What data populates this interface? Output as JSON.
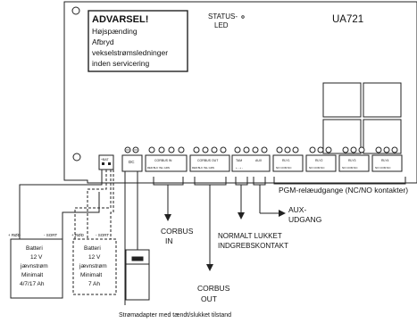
{
  "warning": {
    "title": "ADVARSEL!",
    "lines": [
      "Højspænding",
      "Afbryd",
      "vekselstrømsledninger",
      "inden servicering"
    ]
  },
  "status_led": [
    "STATUS-",
    "LED"
  ],
  "model": "UA721",
  "terminals": {
    "small_block": "+BAT",
    "dc": "DC",
    "corbus_in": "CORBUS IN",
    "corbus_in_pins": "RED BLK YEL GRN",
    "corbus_out": "CORBUS OUT",
    "corbus_out_pins": "RED BLK YEL GRN",
    "tam": "TAM",
    "aux": "AUX",
    "tam_aux_pins": "+ - + -",
    "relays": [
      "RLY1",
      "RLY2",
      "RLY3",
      "RLY4"
    ],
    "relay_pins": "NO COM NC"
  },
  "labels": {
    "pgm": "PGM-relæudgange (NC/NO kontakter)",
    "corbus_in": [
      "CORBUS",
      "IN"
    ],
    "corbus_out": [
      "CORBUS",
      "OUT"
    ],
    "normally_closed": [
      "NORMALT LUKKET",
      "INDGREBSKONTAKT"
    ],
    "aux_output": [
      "AUX-",
      "UDGANG"
    ],
    "power_adapter": "Strømadapter med tændt/slukket tilstand"
  },
  "battery1": {
    "plus": "+ RØD",
    "minus": "- SORT",
    "lines": [
      "Batteri",
      "12 V",
      "jævnstrøm",
      "Minimalt",
      "4/7/17 Ah"
    ]
  },
  "battery2": {
    "plus": "+ RØD",
    "minus": "- SORT",
    "lines": [
      "Batteri",
      "12 V",
      "jævnstrøm",
      "Minimalt",
      "7 Ah"
    ]
  }
}
